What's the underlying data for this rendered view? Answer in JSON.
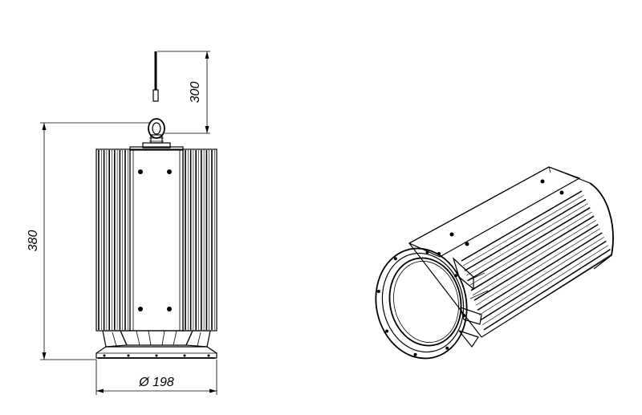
{
  "dimensions": {
    "height": "380",
    "cable_length": "300",
    "diameter": "Ø 198"
  },
  "colors": {
    "line": "#000000",
    "background": "#ffffff"
  }
}
